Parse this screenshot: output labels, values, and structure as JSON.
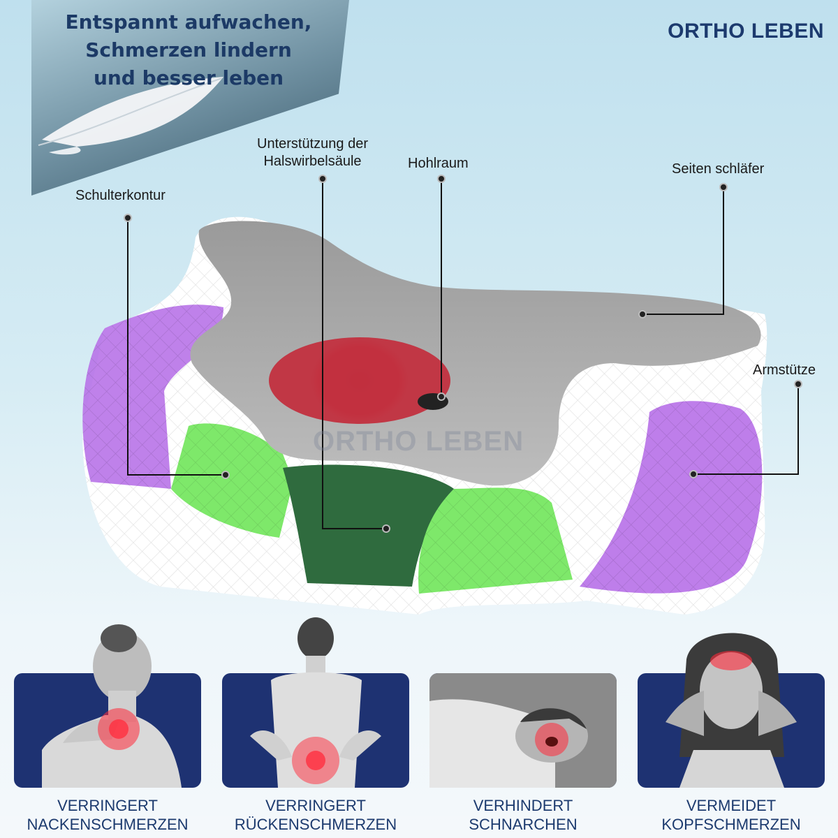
{
  "brand": {
    "name": "ORTHO LEBEN",
    "watermark": "ORTHO LEBEN"
  },
  "headline": {
    "line1": "Entspannt aufwachen,",
    "line2": "Schmerzen lindern",
    "line3": "und besser leben"
  },
  "callouts": {
    "shoulder": "Schulterkontur",
    "neck_line1": "Unterstützung der",
    "neck_line2": "Halswirbelsäule",
    "cavity": "Hohlraum",
    "side": "Seiten schläfer",
    "arm": "Armstütze"
  },
  "benefits": [
    {
      "line1": "VERRINGERT",
      "line2": "NACKENSCHMERZEN"
    },
    {
      "line1": "VERRINGERT",
      "line2": "RÜCKENSCHMERZEN"
    },
    {
      "line1": "VERHINDERT",
      "line2": "SCHNARCHEN"
    },
    {
      "line1": "VERMEIDET",
      "line2": "KOPFSCHMERZEN"
    }
  ],
  "colors": {
    "navy": "#1c3a6e",
    "card": "#1e3272",
    "cavity_red": "#c2303f",
    "shoulder_green": "#7ee86a",
    "neck_green": "#2f6b3e",
    "arm_purple": "#b873e8"
  }
}
